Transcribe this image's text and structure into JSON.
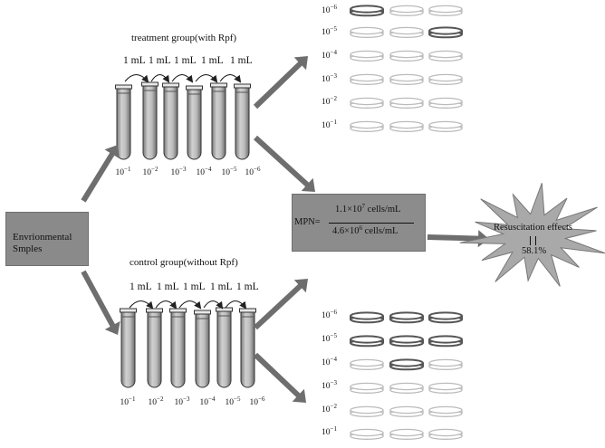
{
  "treatment_label": "treatment group(with Rpf)",
  "control_label": "control group(without Rpf)",
  "transfer_label": "1 mL",
  "dilutions": [
    {
      "base": "10",
      "exp": "−1"
    },
    {
      "base": "10",
      "exp": "−2"
    },
    {
      "base": "10",
      "exp": "−3"
    },
    {
      "base": "10",
      "exp": "−4"
    },
    {
      "base": "10",
      "exp": "−5"
    },
    {
      "base": "10",
      "exp": "−6"
    }
  ],
  "plate_rows_top_to_bottom": [
    {
      "base": "10",
      "exp": "−6"
    },
    {
      "base": "10",
      "exp": "−5"
    },
    {
      "base": "10",
      "exp": "−4"
    },
    {
      "base": "10",
      "exp": "−3"
    },
    {
      "base": "10",
      "exp": "−2"
    },
    {
      "base": "10",
      "exp": "−1"
    }
  ],
  "env_samples": {
    "line1": "Envrionmental",
    "line2": "Smples"
  },
  "mpn": {
    "prefix": "MPN=",
    "numerator": "1.1×10",
    "numerator_exp": "7",
    "numerator_unit": " cells/mL",
    "denominator": "4.6×10",
    "denominator_exp": "6",
    "denominator_unit": " cells/mL"
  },
  "resuscitation": {
    "label": "Resuscitation effects",
    "value": "58.1%"
  },
  "treatment_dark_plates": [
    [
      true,
      false,
      false
    ],
    [
      false,
      false,
      true
    ],
    [
      false,
      false,
      false
    ],
    [
      false,
      false,
      false
    ],
    [
      false,
      false,
      false
    ],
    [
      false,
      false,
      false
    ]
  ],
  "control_dark_plates": [
    [
      true,
      true,
      true
    ],
    [
      true,
      true,
      true
    ],
    [
      false,
      true,
      false
    ],
    [
      false,
      false,
      false
    ],
    [
      false,
      false,
      false
    ],
    [
      false,
      false,
      false
    ]
  ],
  "colors": {
    "box_fill": "#8a8a8a",
    "arrow": "#6e6e6e",
    "tube": "#a5a5a5",
    "plate_dark": "#555555",
    "plate_light": "#bbbbbb"
  }
}
